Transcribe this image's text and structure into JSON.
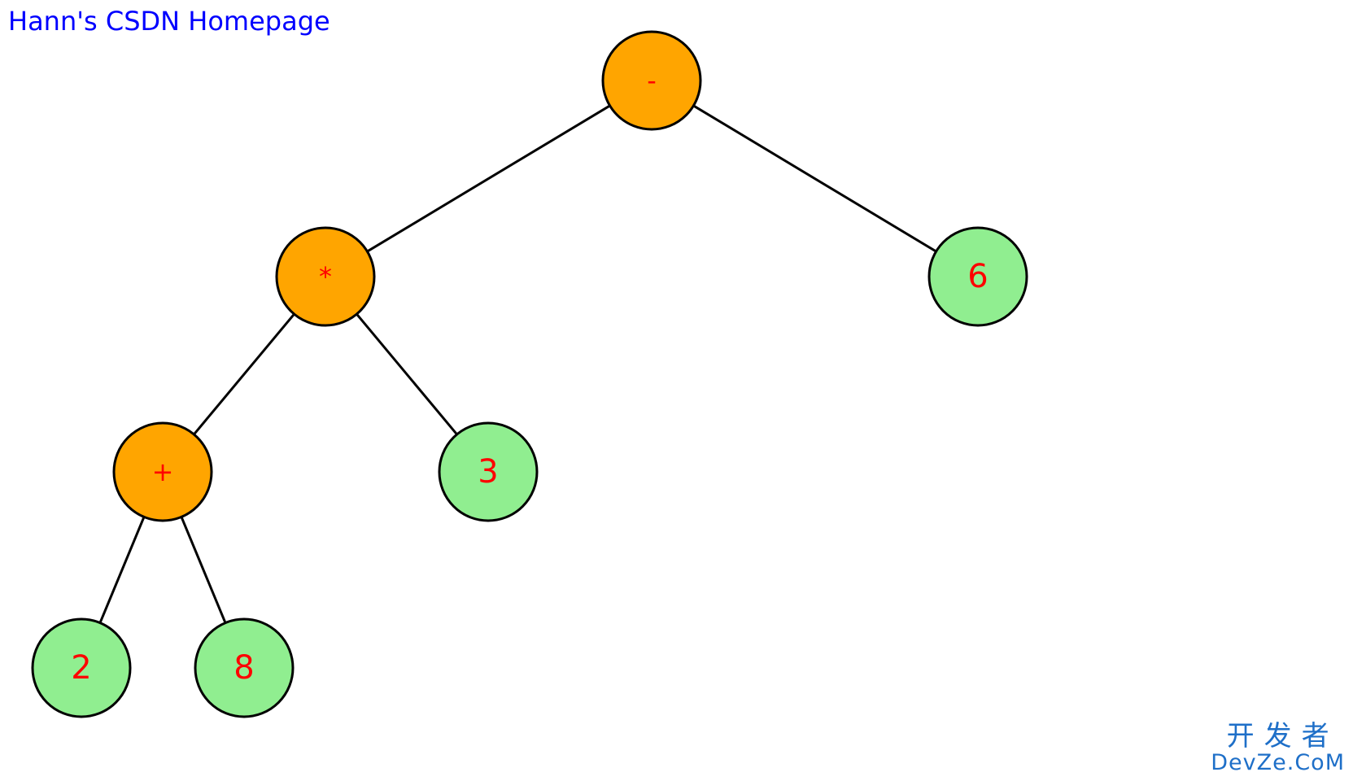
{
  "header": {
    "title": "Hann's CSDN Homepage"
  },
  "watermark": {
    "cn": "开发者",
    "en": "DevZe.CoM"
  },
  "colors": {
    "operator_fill": "#ffa500",
    "operand_fill": "#90ee90",
    "node_text": "#ff0000",
    "stroke": "#000000",
    "title": "#0000ff"
  },
  "tree": {
    "nodes": [
      {
        "id": "minus",
        "label": "-",
        "kind": "operator",
        "parent": null
      },
      {
        "id": "times",
        "label": "*",
        "kind": "operator",
        "parent": "minus"
      },
      {
        "id": "six",
        "label": "6",
        "kind": "operand",
        "parent": "minus"
      },
      {
        "id": "plus",
        "label": "+",
        "kind": "operator",
        "parent": "times"
      },
      {
        "id": "three",
        "label": "3",
        "kind": "operand",
        "parent": "times"
      },
      {
        "id": "two",
        "label": "2",
        "kind": "operand",
        "parent": "plus"
      },
      {
        "id": "eight",
        "label": "8",
        "kind": "operand",
        "parent": "plus"
      }
    ]
  }
}
